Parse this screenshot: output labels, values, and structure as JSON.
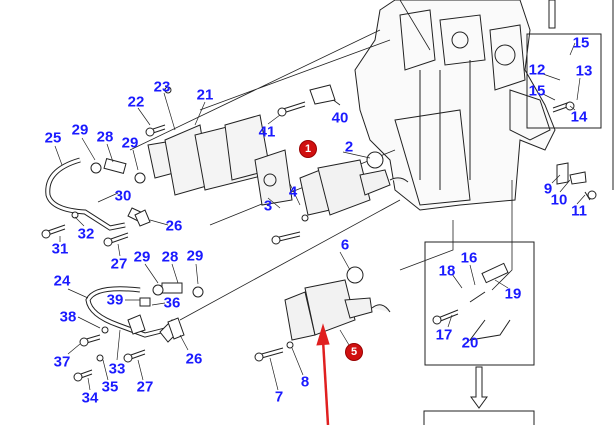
{
  "diagram": {
    "callouts": {
      "c23": "23",
      "c22": "22",
      "c21": "21",
      "c25": "25",
      "c29a": "29",
      "c28a": "28",
      "c29b": "29",
      "c30": "30",
      "c26a": "26",
      "c32": "32",
      "c31": "31",
      "c27a": "27",
      "c41": "41",
      "c40": "40",
      "c2": "2",
      "c4": "4",
      "c3": "3",
      "c6": "6",
      "c29c": "29",
      "c28b": "28",
      "c29d": "29",
      "c24": "24",
      "c39": "39",
      "c36": "36",
      "c38": "38",
      "c37": "37",
      "c33": "33",
      "c35": "35",
      "c27b": "27",
      "c34": "34",
      "c26b": "26",
      "c7": "7",
      "c8": "8",
      "c15a": "15",
      "c12": "12",
      "c13": "13",
      "c15b": "15",
      "c14": "14",
      "c9": "9",
      "c10": "10",
      "c11": "11",
      "c16": "16",
      "c18": "18",
      "c19": "19",
      "c17": "17",
      "c20": "20"
    },
    "highlight_badges": {
      "b1": "1",
      "b5": "5"
    },
    "colors": {
      "callout": "#1a1aff",
      "badge": "#d01010",
      "line": "#222222",
      "pointer_arrow": "#e02020"
    }
  }
}
